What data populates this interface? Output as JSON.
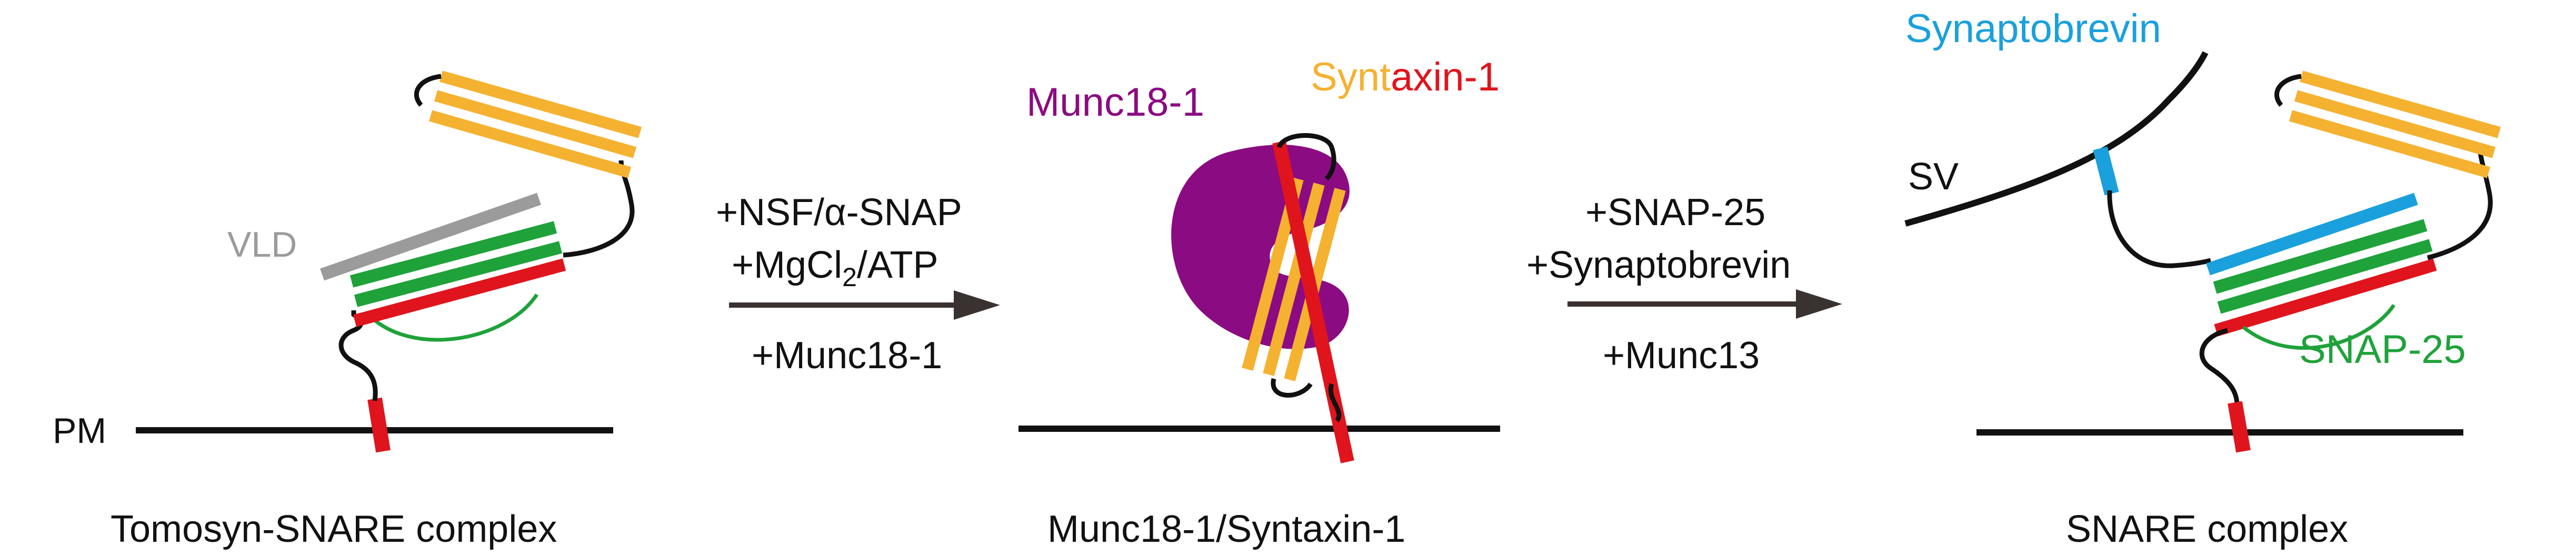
{
  "colors": {
    "syntaxin": "#e0141c",
    "snap25": "#1fa23a",
    "tomosyn": "#f5b130",
    "vld": "#9b9b9b",
    "synaptobrevin": "#1aa0dc",
    "munc18": "#8b0b82",
    "line": "#111111",
    "arrow": "#3a3230"
  },
  "panel1": {
    "caption": "Tomosyn-SNARE complex",
    "pm_label": "PM",
    "vld_label": "VLD"
  },
  "arrow1": {
    "line1": "+NSF/α-SNAP",
    "line2_prefix": "+MgCl",
    "line2_sub": "2",
    "line2_suffix": "/ATP",
    "line3": "+Munc18-1"
  },
  "panel2": {
    "caption": "Munc18-1/Syntaxin-1",
    "munc18_label": "Munc18-1",
    "syntaxin_label_part1": "Synt",
    "syntaxin_label_part2": "axin-1"
  },
  "arrow2": {
    "line1": "+SNAP-25",
    "line2": "+Synaptobrevin",
    "line3": "+Munc13"
  },
  "panel3": {
    "caption": "SNARE complex",
    "sv_label": "SV",
    "synaptobrevin_label": "Synaptobrevin",
    "snap25_label": "SNAP-25"
  }
}
